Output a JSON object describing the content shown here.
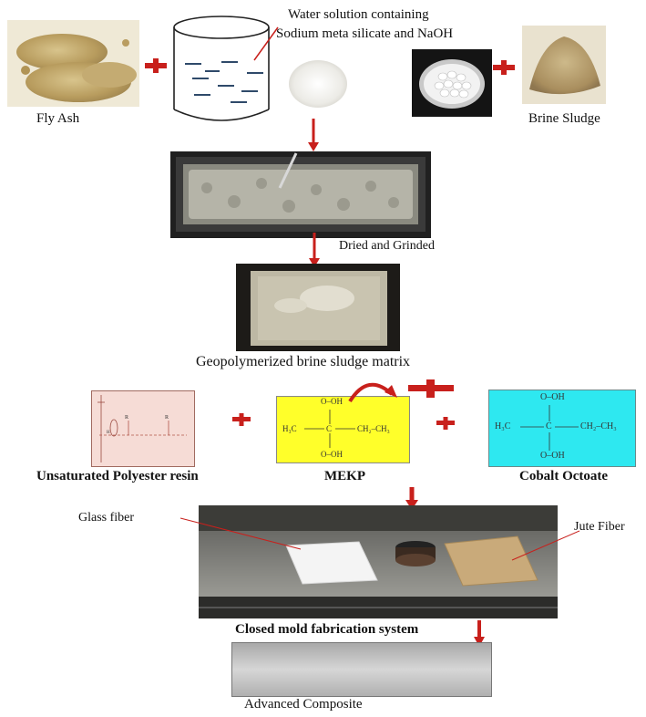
{
  "labels": {
    "fly_ash": "Fly  Ash",
    "water_solution_line1": "Water solution  containing",
    "water_solution_line2": "Sodium meta silicate  and   NaOH",
    "brine_sludge": "Brine  Sludge",
    "dried_grinded": "Dried and Grinded",
    "geopolymer_matrix": "Geopolymerized brine sludge  matrix",
    "unsaturated_polyester": "Unsaturated Polyester resin",
    "mekp": "MEKP",
    "cobalt_octoate": "Cobalt Octoate",
    "glass_fiber": "Glass fiber",
    "jute_fiber": "Jute Fiber",
    "closed_mold": "Closed mold fabrication system",
    "advanced_composite": "Advanced  Composite"
  },
  "mekp_formula": {
    "top": "O–OH",
    "left": "H₃C",
    "center": "C",
    "right": "CH₂–CH₃",
    "bottom": "O–OH"
  },
  "cobalt_formula": {
    "top": "O–OH",
    "left": "H₃C",
    "center": "C",
    "right": "CH₂–CH₃",
    "bottom": "O–OH"
  },
  "colors": {
    "plus_red": "#c8201c",
    "arrow_red": "#c8201c",
    "mekp_yellow": "#ffff2a",
    "cobalt_cyan": "#2ee8f0",
    "polyester_pink": "#f6dcd6",
    "fly_ash_tan": "#c9b27a",
    "brine_sludge_tan": "#b9a070"
  }
}
